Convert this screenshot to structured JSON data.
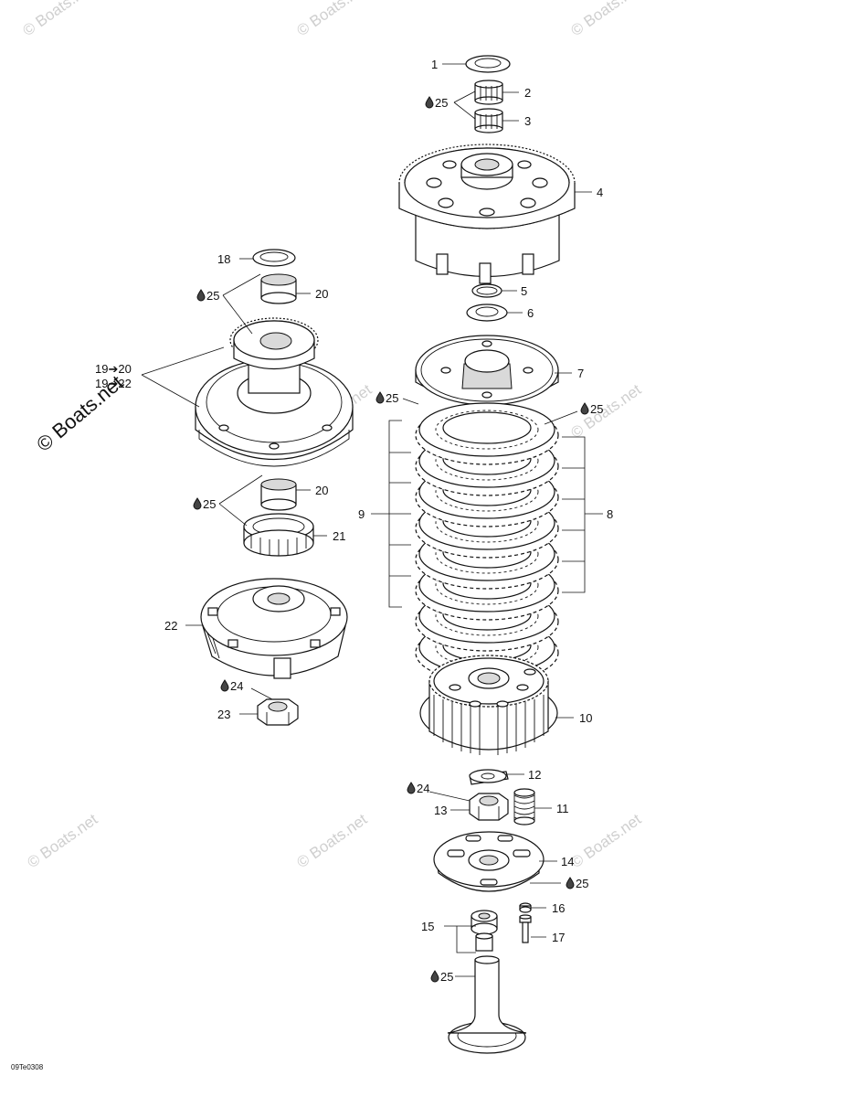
{
  "watermark": {
    "text": "© Boats.net"
  },
  "footer": {
    "code": "09Te0308"
  },
  "callouts": {
    "c1": "1",
    "c2": "2",
    "c3": "3",
    "c4": "4",
    "c5": "5",
    "c6": "6",
    "c7": "7",
    "c8": "8",
    "c9": "9",
    "c10": "10",
    "c11": "11",
    "c12": "12",
    "c13": "13",
    "c14": "14",
    "c15": "15",
    "c16": "16",
    "c17": "17",
    "c18": "18",
    "c20a": "20",
    "c20b": "20",
    "c21": "21",
    "c22": "22",
    "c23": "23",
    "c19a": "19➔20",
    "c19b": "19➔22"
  },
  "lubricants": {
    "l25a": "25",
    "l25b": "25",
    "l25c": "25",
    "l25d": "25",
    "l25e": "25",
    "l25f": "25",
    "l25g": "25",
    "l24a": "24",
    "l24b": "24"
  },
  "colors": {
    "line": "#111111",
    "watermark": "#cfcfcf",
    "background": "#ffffff"
  },
  "icons": {
    "lubricant": "oil-drop-icon"
  }
}
